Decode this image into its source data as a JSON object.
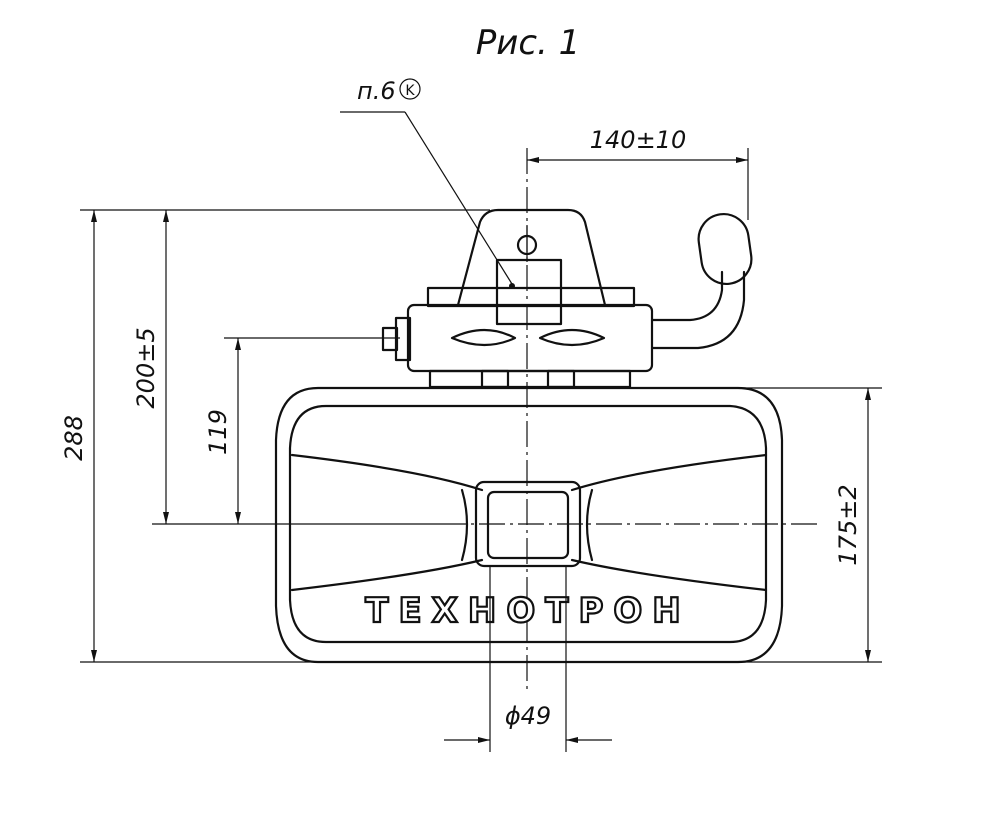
{
  "figure": {
    "title": "Рис. 1",
    "callout": "п.6",
    "callout_mark": "K",
    "brand": "ТЕХНОТРОН"
  },
  "dimensions": {
    "width_top": "140±10",
    "overall_height": "288",
    "height_200": "200±5",
    "height_119": "119",
    "height_175": "175±2",
    "diameter": "ϕ49"
  }
}
